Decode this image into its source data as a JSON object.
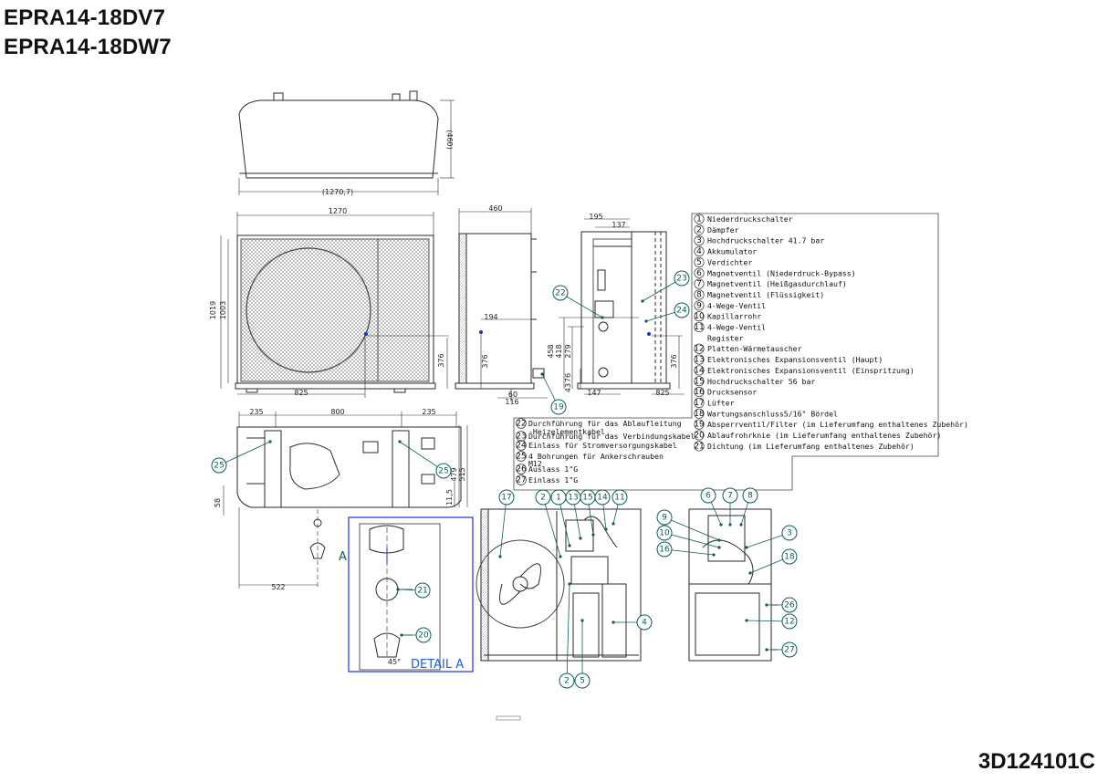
{
  "titles": {
    "line1": "EPRA14-18DV7",
    "line2": "EPRA14-18DW7"
  },
  "document_number": "3D124101C",
  "dimensions": {
    "top_depth": "(460)",
    "top_width": "(1270,7)",
    "front_width": "1270",
    "front_height_outer": "1019",
    "front_height_inner": "1003",
    "front_bottom_left": "376",
    "front_anchor_spacing": "825",
    "side_depth": "460",
    "side_194": "194",
    "side_376": "376",
    "side_60": "60",
    "side_116": "116",
    "right_195": "195",
    "right_137": "137",
    "right_458": "458",
    "right_418": "418",
    "right_279": "279",
    "right_76": "76",
    "right_43": "43",
    "right_147": "147",
    "right_825": "825",
    "right_376": "376",
    "bottom_235_left": "235",
    "bottom_800": "800",
    "bottom_235_right": "235",
    "bottom_58": "58",
    "bottom_479": "479",
    "bottom_515": "515",
    "bottom_11_5": "11,5",
    "bottom_522": "522"
  },
  "detail": {
    "label": "DETAIL A",
    "angle": "45°",
    "marker": "A"
  },
  "legend_right": [
    {
      "num": "1",
      "text": "Niederdruckschalter"
    },
    {
      "num": "2",
      "text": "Dämpfer"
    },
    {
      "num": "3",
      "text": "Hochdruckschalter 41.7 bar"
    },
    {
      "num": "4",
      "text": "Akkumulator"
    },
    {
      "num": "5",
      "text": "Verdichter"
    },
    {
      "num": "6",
      "text": "Magnetventil (Niederdruck-Bypass)"
    },
    {
      "num": "7",
      "text": "Magnetventil (Heißgasdurchlauf)"
    },
    {
      "num": "8",
      "text": "Magnetventil (Flüssigkeit)"
    },
    {
      "num": "9",
      "text": "4-Wege-Ventil"
    },
    {
      "num": "10",
      "text": "Kapillarrohr"
    },
    {
      "num": "11",
      "text": "4-Wege-Ventil"
    },
    {
      "num": "",
      "text": "Register"
    },
    {
      "num": "12",
      "text": "Platten-Wärmetauscher"
    },
    {
      "num": "13",
      "text": "Elektronisches Expansionsventil (Haupt)"
    },
    {
      "num": "14",
      "text": "Elektronisches Expansionsventil (Einspritzung)"
    },
    {
      "num": "15",
      "text": "Hochdruckschalter 56 bar"
    },
    {
      "num": "16",
      "text": "Drucksensor"
    },
    {
      "num": "17",
      "text": "Lüfter"
    },
    {
      "num": "18",
      "text": "Wartungsanschluss5/16\" Bördel"
    },
    {
      "num": "19",
      "text": "Absperrventil/Filter (im Lieferumfang enthaltenes Zubehör)"
    },
    {
      "num": "20",
      "text": "Ablaufrohrknie (im Lieferumfang enthaltenes Zubehör)"
    },
    {
      "num": "21",
      "text": "Dichtung (im Lieferumfang enthaltenes Zubehör)"
    }
  ],
  "legend_left": [
    {
      "num": "22",
      "text": "Durchführung für das Ablaufleitung",
      "text2": "-Heizelementkabel"
    },
    {
      "num": "23",
      "text": "Durchführung für das Verbindungskabel",
      "text2": ""
    },
    {
      "num": "24",
      "text": "Einlass für Stromversorgungskabel",
      "text2": ""
    },
    {
      "num": "25",
      "text": "4 Bohrungen für Ankerschrauben",
      "text2": "M12"
    },
    {
      "num": "26",
      "text": "Auslass 1\"G",
      "text2": ""
    },
    {
      "num": "27",
      "text": "Einlass 1\"G",
      "text2": ""
    }
  ],
  "callouts": [
    "22",
    "23",
    "24",
    "19",
    "25",
    "25",
    "21",
    "20",
    "17",
    "2",
    "1",
    "13",
    "15",
    "14",
    "11",
    "4",
    "2",
    "5",
    "6",
    "7",
    "8",
    "9",
    "10",
    "16",
    "3",
    "18",
    "26",
    "12",
    "27"
  ],
  "colors": {
    "accent": "#0e5d57",
    "line": "#2a2a2a",
    "blue": "#1e2fd0"
  }
}
